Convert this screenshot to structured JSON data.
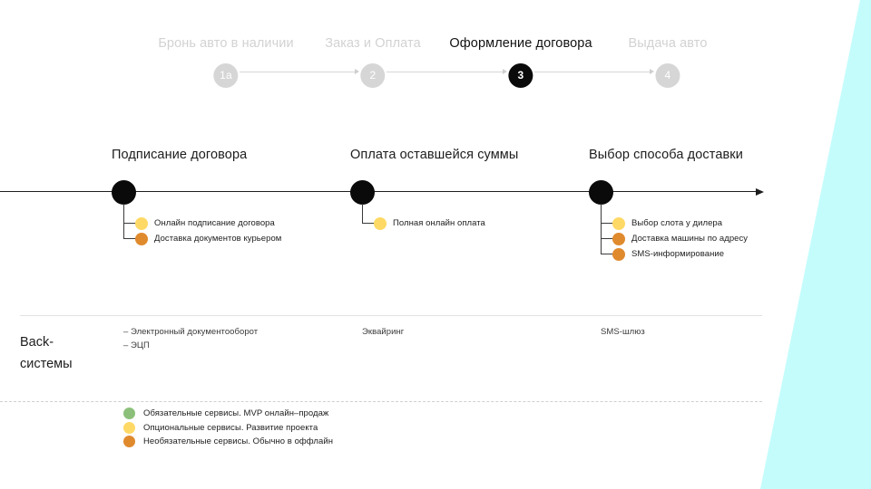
{
  "theme": {
    "accent_teal": "#C4FCFC",
    "active_step": "#0A0A0A",
    "inactive_step": "#D6D6D6",
    "color_required": "#8CC07A",
    "color_optional": "#FFD966",
    "color_unnecessary": "#E08A2E",
    "text_primary": "#1D1D1D",
    "text_muted": "#D2D2D2"
  },
  "stepper": {
    "steps": [
      {
        "number": "1a",
        "label": "Бронь авто в наличии",
        "active": false
      },
      {
        "number": "2",
        "label": "Заказ и Оплата",
        "active": false
      },
      {
        "number": "3",
        "label": "Оформление договора",
        "active": true
      },
      {
        "number": "4",
        "label": "Выдача авто",
        "active": false
      }
    ]
  },
  "timeline": {
    "nodes": [
      {
        "title": "Подписание договора",
        "items": [
          {
            "text": "Онлайн подписание договора",
            "color": "#FFD966"
          },
          {
            "text": "Доставка документов курьером",
            "color": "#E08A2E"
          }
        ]
      },
      {
        "title": "Оплата оставшейся суммы",
        "items": [
          {
            "text": "Полная онлайн оплата",
            "color": "#FFD966"
          }
        ]
      },
      {
        "title": "Выбор способа доставки",
        "items": [
          {
            "text": "Выбор слота у дилера",
            "color": "#FFD966"
          },
          {
            "text": "Доставка машины по адресу",
            "color": "#E08A2E"
          },
          {
            "text": "SMS-информирование",
            "color": "#E08A2E"
          }
        ]
      }
    ]
  },
  "back_systems": {
    "label_line1": "Back-",
    "label_line2": "системы",
    "columns": [
      {
        "lines": [
          "– Электронный документооборот",
          "– ЭЦП"
        ]
      },
      {
        "lines": [
          "Эквайринг"
        ]
      },
      {
        "lines": [
          "SMS-шлюз"
        ]
      }
    ]
  },
  "legend": {
    "items": [
      {
        "color": "#8CC07A",
        "text": "Обязательные сервисы. MVP онлайн–продаж"
      },
      {
        "color": "#FFD966",
        "text": "Опциональные сервисы. Развитие проекта"
      },
      {
        "color": "#E08A2E",
        "text": "Необязательные сервисы. Обычно в оффлайн"
      }
    ]
  }
}
